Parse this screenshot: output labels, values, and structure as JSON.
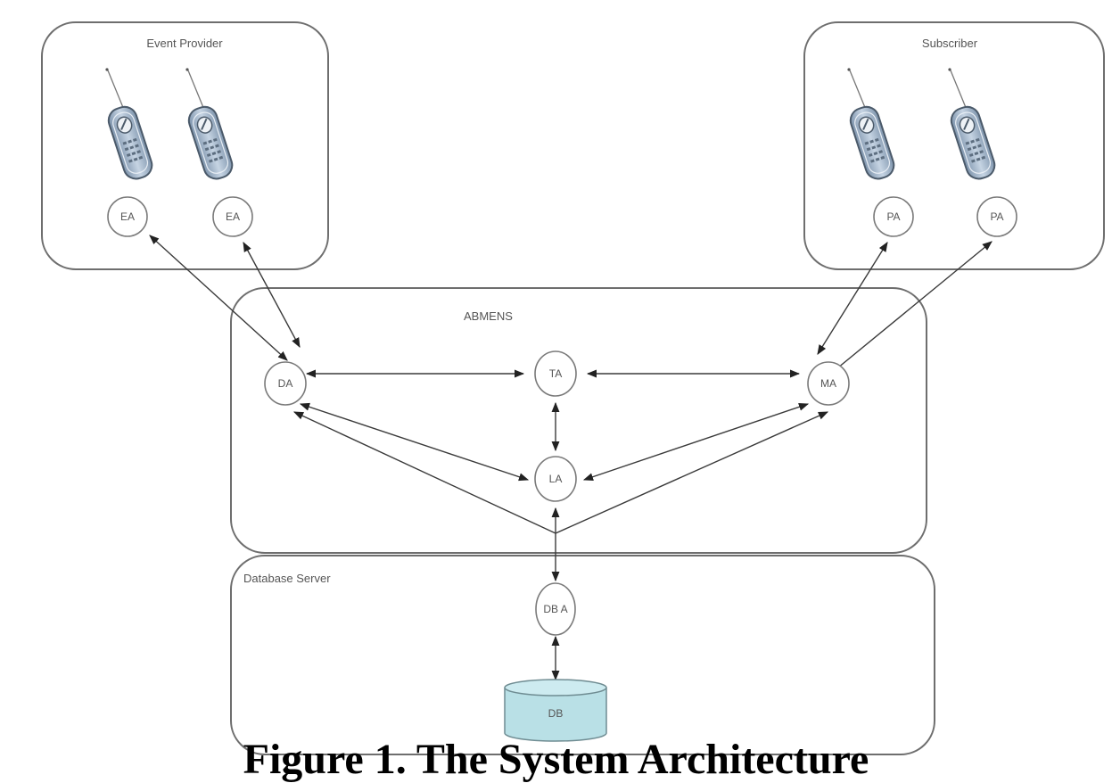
{
  "groups": {
    "event_provider": {
      "title": "Event Provider"
    },
    "subscriber": {
      "title": "Subscriber"
    },
    "abmens": {
      "title": "ABMENS"
    },
    "database_server": {
      "title": "Database Server"
    }
  },
  "nodes": {
    "ea1": "EA",
    "ea2": "EA",
    "pa1": "PA",
    "pa2": "PA",
    "da": "DA",
    "ta": "TA",
    "ma": "MA",
    "la": "LA",
    "dba": "DB A",
    "db": "DB"
  },
  "edges": [
    {
      "from": "EA",
      "to": "DA",
      "direction": "bidirectional"
    },
    {
      "from": "EA",
      "to": "DA",
      "direction": "bidirectional"
    },
    {
      "from": "PA",
      "to": "MA",
      "direction": "bidirectional"
    },
    {
      "from": "PA",
      "to": "MA",
      "direction": "bidirectional"
    },
    {
      "from": "DA",
      "to": "TA",
      "direction": "bidirectional"
    },
    {
      "from": "TA",
      "to": "MA",
      "direction": "bidirectional"
    },
    {
      "from": "TA",
      "to": "LA",
      "direction": "bidirectional"
    },
    {
      "from": "DA",
      "to": "LA",
      "direction": "bidirectional"
    },
    {
      "from": "MA",
      "to": "LA",
      "direction": "bidirectional"
    },
    {
      "from": "DB A",
      "to": "DA",
      "direction": "bidirectional"
    },
    {
      "from": "DB A",
      "to": "LA",
      "direction": "bidirectional"
    },
    {
      "from": "DB A",
      "to": "MA",
      "direction": "bidirectional"
    },
    {
      "from": "DB A",
      "to": "DB",
      "direction": "bidirectional"
    }
  ],
  "colors": {
    "database_fill": "#b9e0e6",
    "phone_body": "#a9bfd6"
  },
  "caption": "Figure 1. The System Architecture"
}
